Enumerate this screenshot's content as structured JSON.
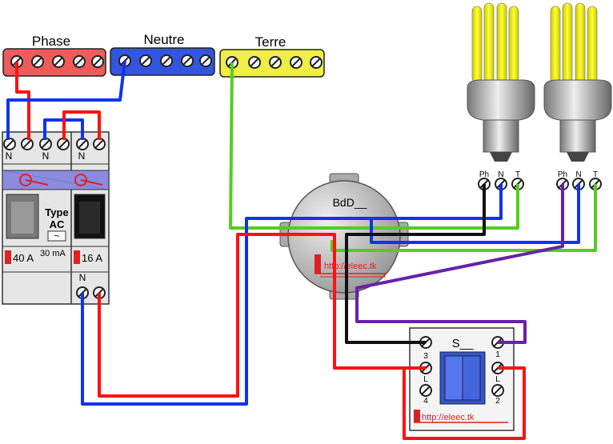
{
  "terminal_blocks": {
    "phase": {
      "label": "Phase",
      "color": "#ef5b5b"
    },
    "neutre": {
      "label": "Neutre",
      "color": "#3355dd"
    },
    "terre": {
      "label": "Terre",
      "color": "#eeee44"
    }
  },
  "breaker_panel": {
    "rcd_top_labels": [
      "N",
      "N"
    ],
    "breaker_top_label": "N",
    "rcd_type_line1": "Type",
    "rcd_type_line2": "AC",
    "rcd_wave": "~",
    "rcd_rating": "40 A",
    "rcd_sensitivity": "30 mA",
    "breaker_rating": "16 A",
    "breaker_bottom_label": "N"
  },
  "junction_box": {
    "label": "BdD__",
    "watermark": "http://eleec.tk"
  },
  "lamp_terminals": {
    "lamp1": [
      "Ph",
      "N",
      "T"
    ],
    "lamp2": [
      "Ph",
      "N",
      "T"
    ]
  },
  "switch": {
    "label": "S__",
    "left_terminals": [
      "3",
      "L",
      "4"
    ],
    "right_terminals": [
      "1",
      "L",
      "2"
    ],
    "watermark": "http://eleec.tk"
  },
  "colors": {
    "phase": "#ff1111",
    "neutral": "#1133ee",
    "earth": "#55cc22",
    "return": "#6622aa",
    "switched": "#111111"
  }
}
